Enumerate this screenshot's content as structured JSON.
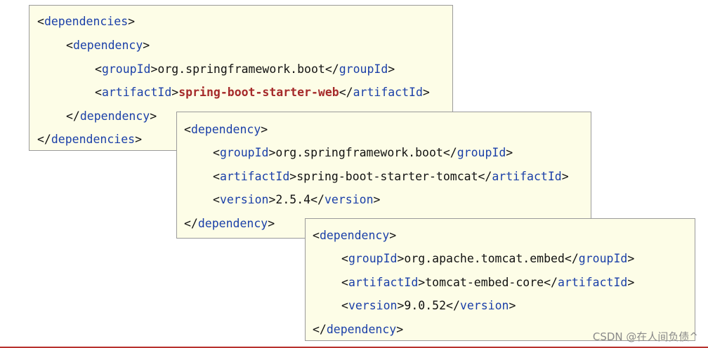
{
  "blocks": [
    {
      "lines": [
        {
          "indent": 0,
          "open": "dependencies"
        },
        {
          "indent": 1,
          "open": "dependency"
        },
        {
          "indent": 2,
          "open": "groupId",
          "value": "org.springframework.boot",
          "close": "groupId"
        },
        {
          "indent": 2,
          "open": "artifactId",
          "value": "spring-boot-starter-web",
          "close": "artifactId",
          "highlight": true
        },
        {
          "indent": 1,
          "close": "dependency"
        },
        {
          "indent": 0,
          "close": "dependencies"
        }
      ]
    },
    {
      "lines": [
        {
          "indent": 0,
          "open": "dependency"
        },
        {
          "indent": 1,
          "open": "groupId",
          "value": "org.springframework.boot",
          "close": "groupId"
        },
        {
          "indent": 1,
          "open": "artifactId",
          "value": "spring-boot-starter-tomcat",
          "close": "artifactId"
        },
        {
          "indent": 1,
          "open": "version",
          "value": "2.5.4",
          "close": "version"
        },
        {
          "indent": 0,
          "close": "dependency"
        }
      ]
    },
    {
      "lines": [
        {
          "indent": 0,
          "open": "dependency"
        },
        {
          "indent": 1,
          "open": "groupId",
          "value": "org.apache.tomcat.embed",
          "close": "groupId"
        },
        {
          "indent": 1,
          "open": "artifactId",
          "value": "tomcat-embed-core",
          "close": "artifactId"
        },
        {
          "indent": 1,
          "open": "version",
          "value": "9.0.52",
          "close": "version"
        },
        {
          "indent": 0,
          "close": "dependency"
        }
      ]
    }
  ],
  "watermark": "CSDN @在人间负债^",
  "colors": {
    "tag": "#1a3fa8",
    "highlight": "#a52a2a",
    "box_background": "#fdfde7"
  }
}
